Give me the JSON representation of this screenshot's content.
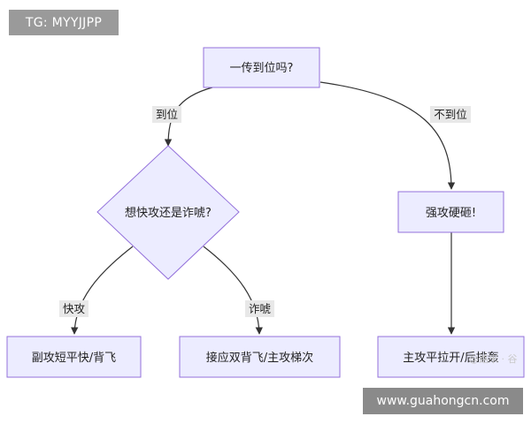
{
  "colors": {
    "node_fill": "#ececff",
    "node_stroke": "#9370db",
    "edge": "#333333",
    "label_bg": "#e8e8e8"
  },
  "header_tag": "TG: MYYJJPP",
  "watermark": "www.guahongcn.com",
  "faint_mark": "@路米 · 谷",
  "nodes": {
    "start": "一传到位吗?",
    "decision": "想快攻还是诈唬?",
    "hard": "强攻硬砸!",
    "fast": "副攻短平快/背飞",
    "bluff": "接应双背飞/主攻梯次",
    "open": "主攻平拉开/后排轰"
  },
  "edges": {
    "good_pass": "到位",
    "bad_pass": "不到位",
    "quick": "快攻",
    "bluff": "诈唬"
  }
}
